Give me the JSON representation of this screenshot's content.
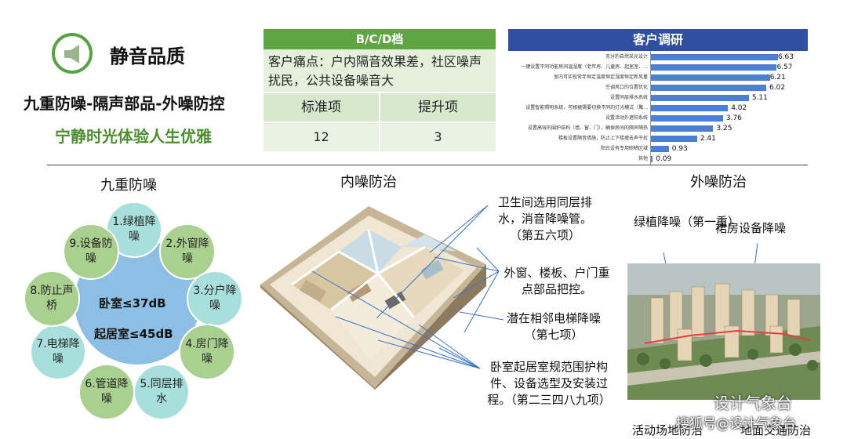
{
  "header": {
    "section_title": "静音品质",
    "headline": "九重防噪-隔声部品-外噪防控",
    "slogan": "宁静时光体验人生优雅",
    "icon": "speaker-icon"
  },
  "grade_table": {
    "title": "B/C/D档",
    "pain_points": "客户痛点：户内隔音效果差，社区噪声扰民，公共设备噪音大",
    "col_standard": "标准项",
    "col_upgrade": "提升项",
    "val_standard": "12",
    "val_upgrade": "3",
    "accent_color": "#5fa543"
  },
  "survey": {
    "title": "客户调研",
    "accent_color": "#2f4fa0",
    "bar_color": "#4a7fd2"
  },
  "chart_data": {
    "type": "bar",
    "orientation": "horizontal",
    "categories": [
      "充分的自然采光设计",
      "一键设置不同功能房间温湿度（老年房、儿童房、起居室、...",
      "室内可实现常年恒定温度恒定湿度恒定新风量",
      "空调风口的位置优化",
      "设置同层排水系统",
      "设置智能照明系统，可根据需要切换不同的灯光模式（聚...",
      "设置活动外遮阳系统",
      "设置高效的围护结构（墙、窗、门），确保房间的隔声隔热",
      "楼板设置隔音措施，防止上下楼撞击声干扰",
      "阳台设有专用晾晒区域",
      "其他"
    ],
    "values": [
      6.63,
      6.57,
      6.21,
      6.02,
      5.11,
      4.02,
      3.76,
      3.25,
      2.41,
      0.93,
      0.09
    ],
    "xlim": [
      0,
      7
    ],
    "grid": false
  },
  "sections": {
    "nine": "九重防噪",
    "inner": "内噪防治",
    "outer": "外噪防治"
  },
  "flower": {
    "center_line1": "卧室≤37dB",
    "center_line2": "起居室≤45dB",
    "petals": [
      {
        "label": "1.绿植降噪"
      },
      {
        "label": "2.外窗降噪"
      },
      {
        "label": "3.分户降噪"
      },
      {
        "label": "4.房门降噪"
      },
      {
        "label": "5.同层排水"
      },
      {
        "label": "6.管道降噪"
      },
      {
        "label": "7.电梯降噪"
      },
      {
        "label": "8.防止声桥"
      },
      {
        "label": "9.设备防噪"
      }
    ]
  },
  "inner_callouts": {
    "c1": "卫生间选用同层排水，消音降噪管。（第五六项）",
    "c2": "外窗、楼板、户门重点部品把控。",
    "c3": "潜在相邻电梯降噪（第七项）",
    "c4": "卧室起居室规范围护构件、设备选型及安装过程。（第二三四八九项）"
  },
  "outer_labels": {
    "green": "绿植降噪（第一重）",
    "podium": "裙房设备降噪",
    "activity": "活动场地防治",
    "traffic": "地面交通防治"
  },
  "watermarks": {
    "wechat": "设计气象台",
    "sohu": "搜狐号@设计气象台"
  }
}
